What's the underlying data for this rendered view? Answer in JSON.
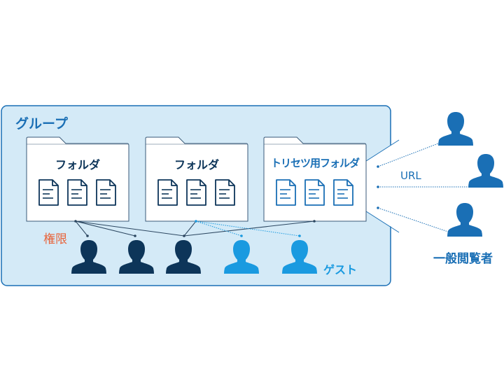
{
  "group": {
    "title": "グループ"
  },
  "folders": [
    {
      "title": "フォルダ",
      "docs": 3
    },
    {
      "title": "フォルダ",
      "docs": 3
    },
    {
      "title": "トリセツ用フォルダ",
      "docs": 3
    }
  ],
  "permission_label": "権限",
  "guest_label": "ゲスト",
  "url_label": "URL",
  "viewers_label": "一般閲覧者",
  "colors": {
    "group_fill": "#d4eaf7",
    "group_border": "#1a6fb5",
    "member": "#0d3559",
    "guest": "#1a9ae0",
    "viewer": "#1a6fb5",
    "permission": "#e8633a"
  }
}
